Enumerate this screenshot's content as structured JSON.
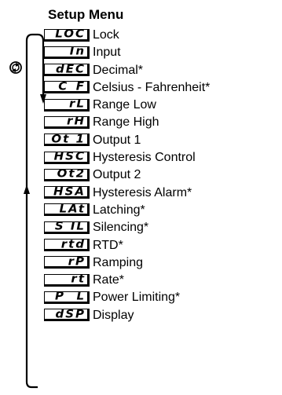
{
  "menu": {
    "title": "Setup Menu",
    "items": [
      {
        "code": "LOC",
        "label": "Lock"
      },
      {
        "code": "In",
        "label": "Input"
      },
      {
        "code": "dEC",
        "label": "Decimal*"
      },
      {
        "code": "C_F",
        "label": "Celsius - Fahrenheit*"
      },
      {
        "code": "rL",
        "label": "Range Low"
      },
      {
        "code": "rH",
        "label": "Range High"
      },
      {
        "code": "Ot 1",
        "label": "Output 1"
      },
      {
        "code": "HSC",
        "label": "Hysteresis Control"
      },
      {
        "code": "Ot2",
        "label": "Output 2"
      },
      {
        "code": "HSA",
        "label": "Hysteresis Alarm*"
      },
      {
        "code": "LAt",
        "label": "Latching*"
      },
      {
        "code": "S IL",
        "label": "Silencing*"
      },
      {
        "code": "rtd",
        "label": "RTD*"
      },
      {
        "code": "rP",
        "label": "Ramping"
      },
      {
        "code": "rt",
        "label": "Rate*"
      },
      {
        "code": "P  L",
        "label": "Power Limiting*"
      },
      {
        "code": "dSP",
        "label": "Display"
      }
    ]
  },
  "icons": {
    "cycle": "cycle-key-icon",
    "down": "arrow-down-icon",
    "up": "arrow-up-icon"
  }
}
